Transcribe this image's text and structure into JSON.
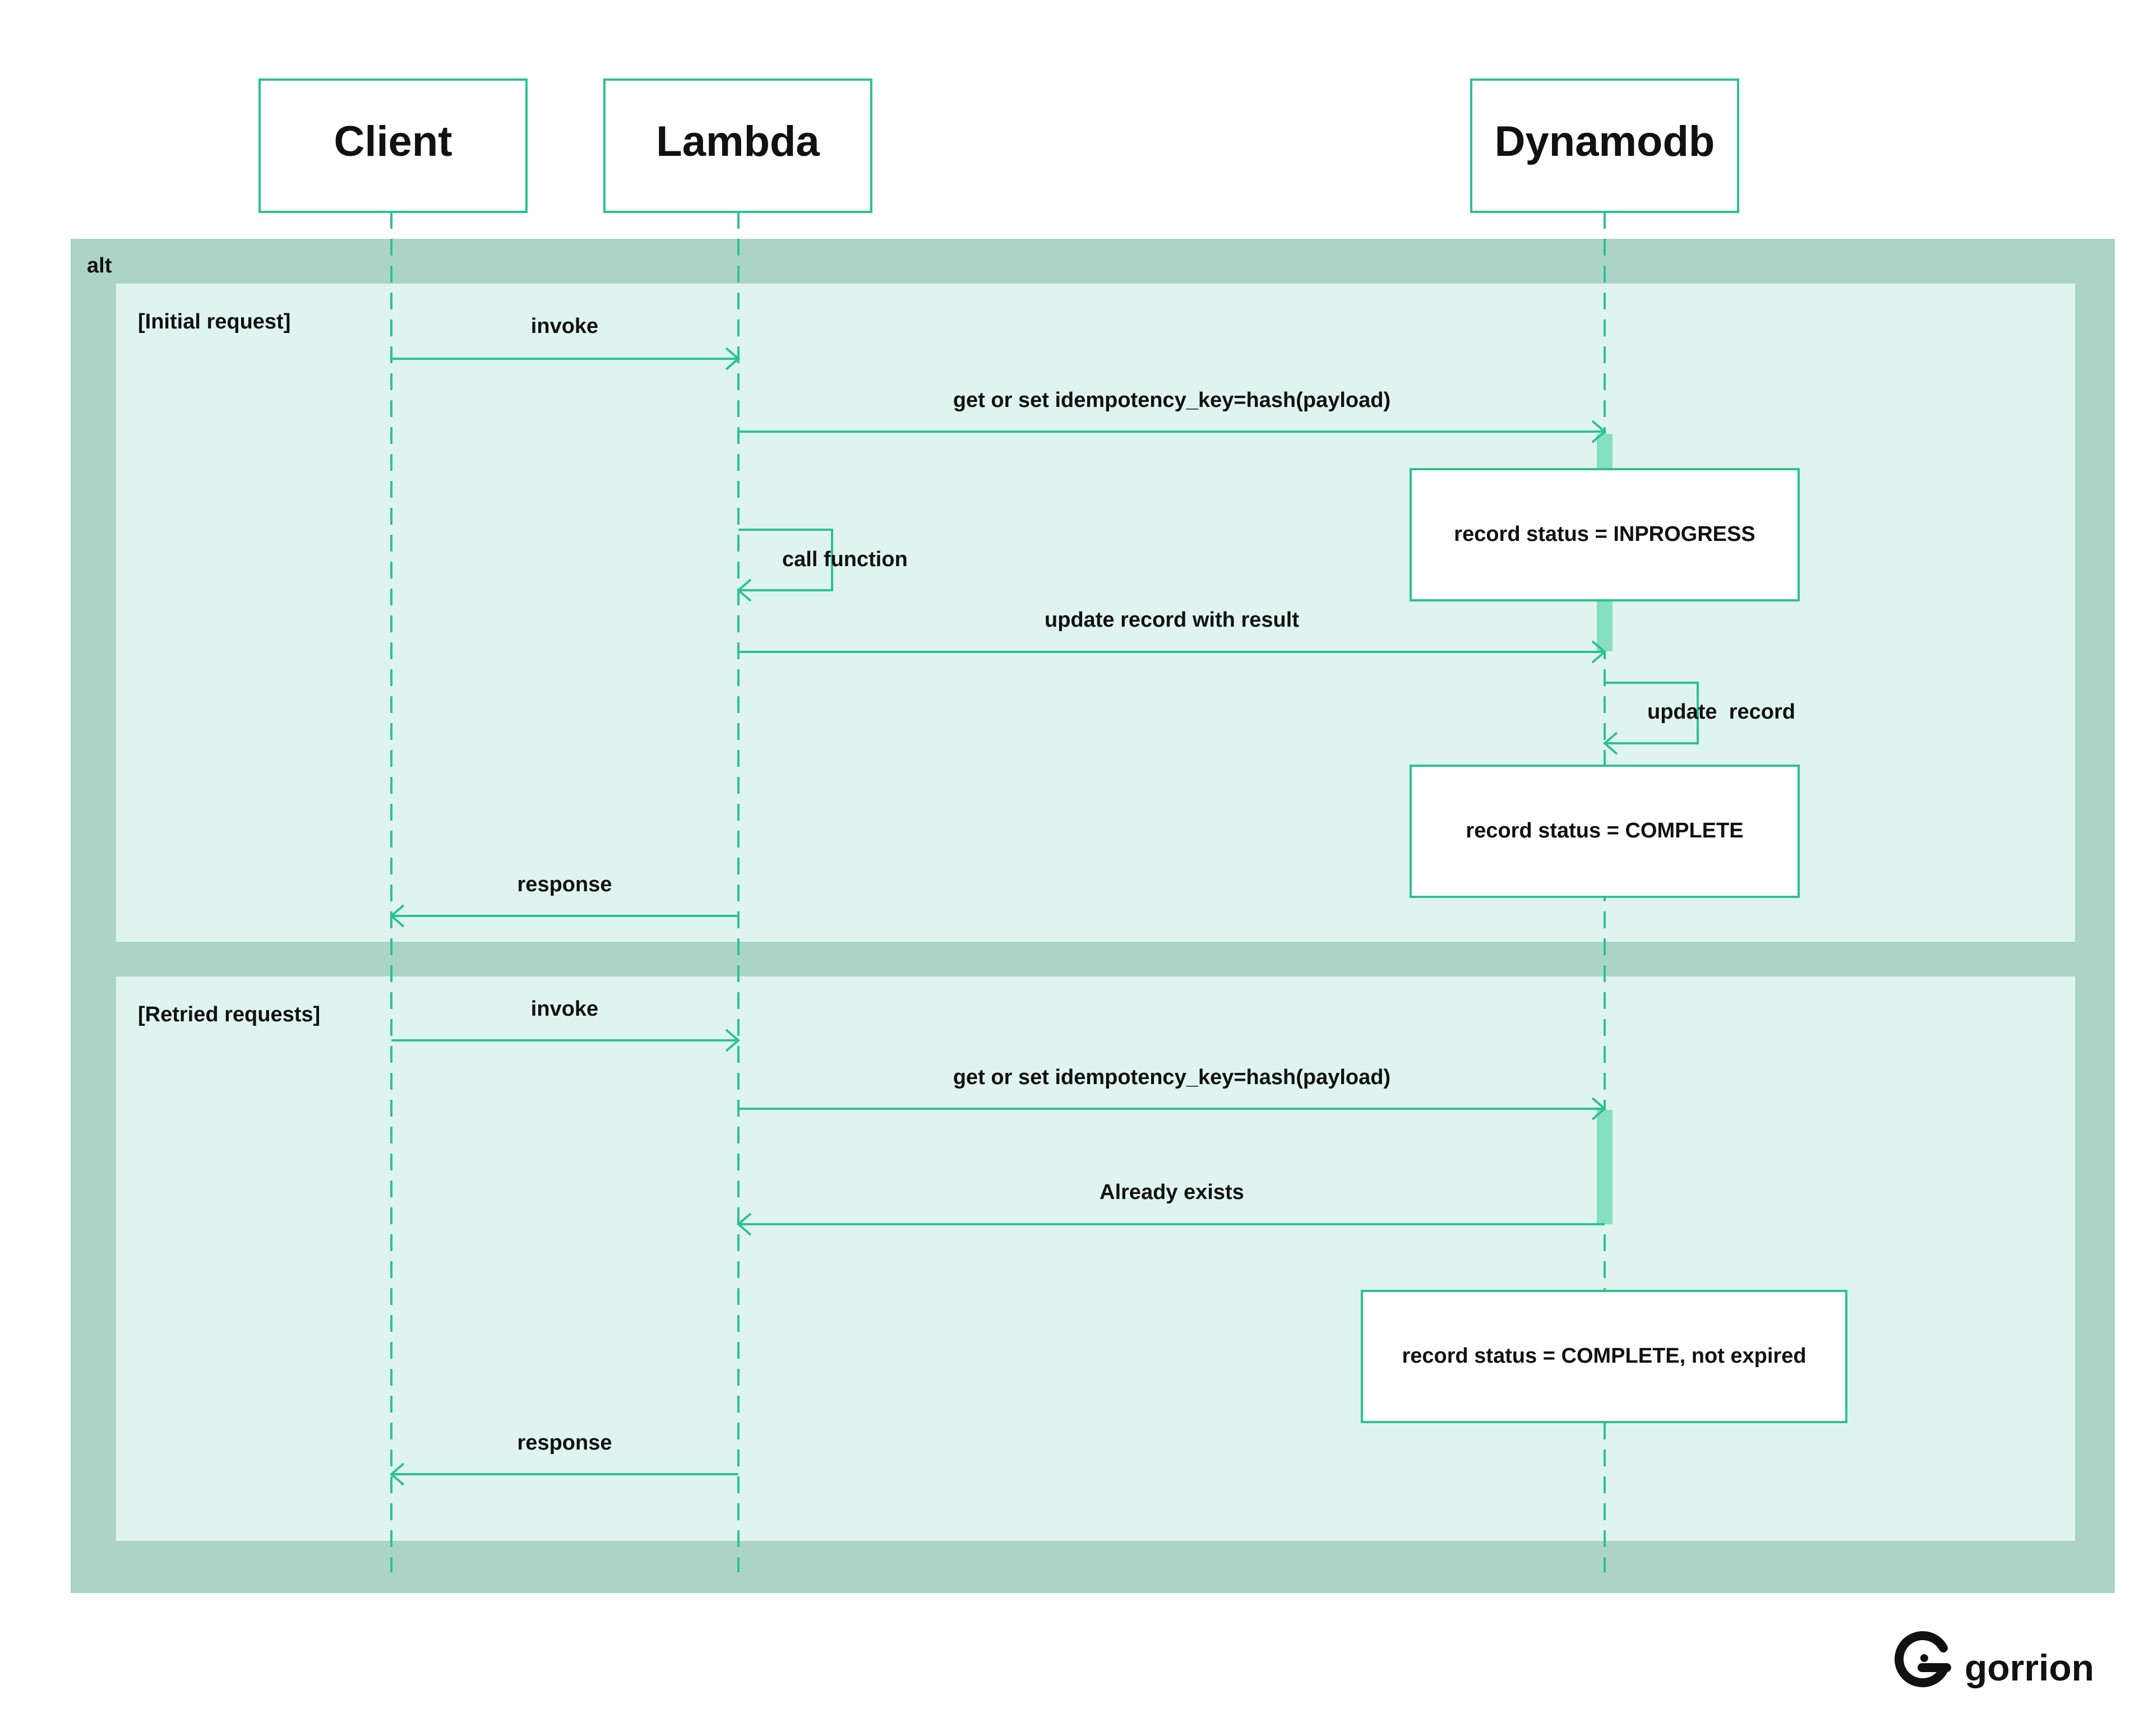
{
  "colors": {
    "accent": "#2bc293",
    "frame": "#abd4c7",
    "band": "#dff4ee",
    "activation": "#86dfbf",
    "text": "#111111",
    "box_fill": "#ffffff"
  },
  "participants": [
    {
      "id": "client",
      "label": "Client"
    },
    {
      "id": "lambda",
      "label": "Lambda"
    },
    {
      "id": "dynamodb",
      "label": "Dynamodb"
    }
  ],
  "frame": {
    "operator": "alt",
    "sections": [
      {
        "guard": "[Initial request]"
      },
      {
        "guard": "[Retried requests]"
      }
    ]
  },
  "messages": [
    {
      "label": "invoke",
      "from": "client",
      "to": "lambda",
      "kind": "sync"
    },
    {
      "label": "get or set idempotency_key=hash(payload)",
      "from": "lambda",
      "to": "dynamodb",
      "kind": "sync"
    },
    {
      "label": "call function",
      "from": "lambda",
      "to": "lambda",
      "kind": "self"
    },
    {
      "label": "update record with result",
      "from": "lambda",
      "to": "dynamodb",
      "kind": "sync"
    },
    {
      "label": "update  record",
      "from": "dynamodb",
      "to": "dynamodb",
      "kind": "self"
    },
    {
      "label": "response",
      "from": "lambda",
      "to": "client",
      "kind": "return"
    },
    {
      "label": "invoke",
      "from": "client",
      "to": "lambda",
      "kind": "sync"
    },
    {
      "label": "get or set idempotency_key=hash(payload)",
      "from": "lambda",
      "to": "dynamodb",
      "kind": "sync"
    },
    {
      "label": "Already exists",
      "from": "dynamodb",
      "to": "lambda",
      "kind": "return"
    },
    {
      "label": "response",
      "from": "lambda",
      "to": "client",
      "kind": "return"
    }
  ],
  "notes": [
    {
      "text": "record status = INPROGRESS",
      "over": "dynamodb"
    },
    {
      "text": "record status = COMPLETE",
      "over": "dynamodb"
    },
    {
      "text": "record status = COMPLETE, not expired",
      "over": "dynamodb"
    }
  ],
  "brand": {
    "name": "gorrion",
    "icon": "gorrion-logo-icon"
  }
}
